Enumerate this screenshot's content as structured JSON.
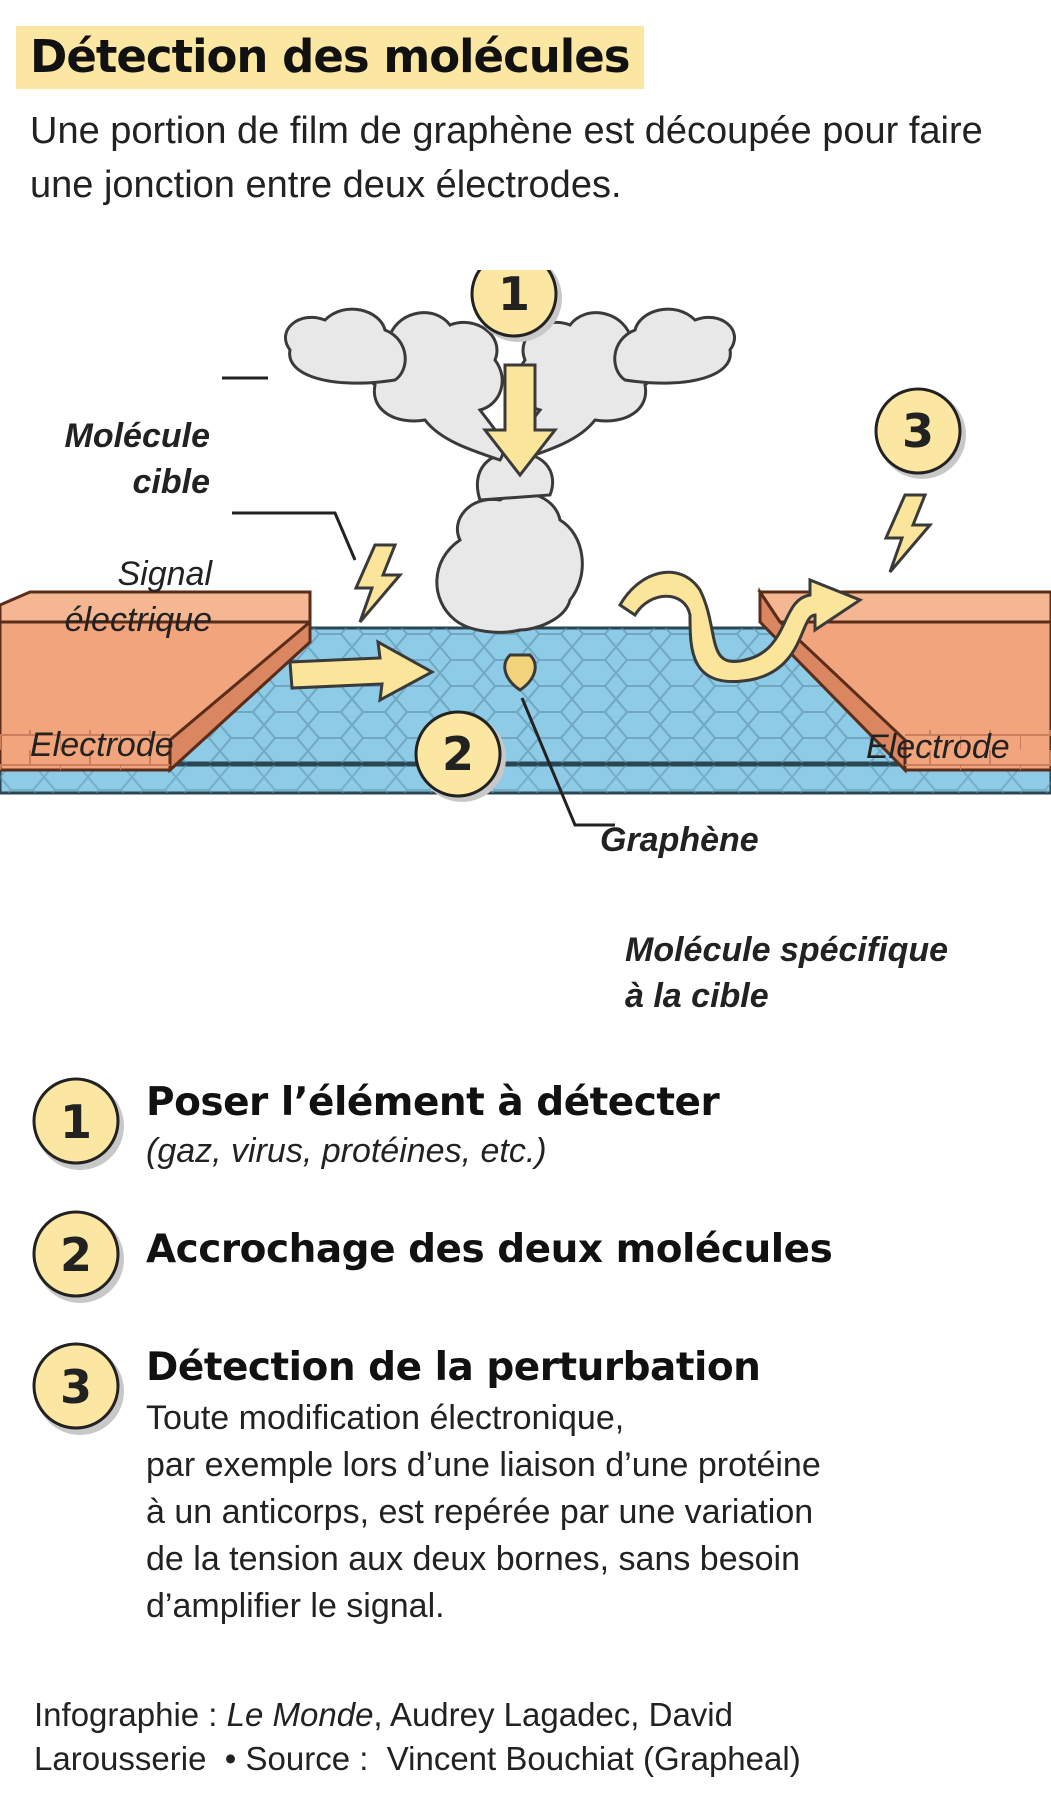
{
  "title": "Détection des molécules",
  "subtitle": "Une portion de film de graphène est découpée pour faire une jonction entre deux électrodes.",
  "diagram": {
    "labels": {
      "target_molecule_line1": "Molécule",
      "target_molecule_line2": "cible",
      "signal_line1": "Signal",
      "signal_line2": "électrique",
      "electrode_left": "Electrode",
      "electrode_right": "Electrode",
      "graphene": "Graphène",
      "specific_molecule_line1": "Molécule spécifique",
      "specific_molecule_line2": "à la cible"
    },
    "badges": [
      "1",
      "2",
      "3"
    ]
  },
  "steps": [
    {
      "number": "1",
      "title": "Poser l’élément à détecter",
      "note": "(gaz, virus, protéines, etc.)"
    },
    {
      "number": "2",
      "title": "Accrochage des deux molécules"
    },
    {
      "number": "3",
      "title": "Détection de la perturbation",
      "desc_lines": [
        "Toute modification électronique,",
        "par exemple lors d’une liaison d’une protéine",
        "à un anticorps, est repérée par une variation",
        "de la tension aux deux bornes, sans besoin",
        "d’amplifier le signal."
      ]
    }
  ],
  "credit": {
    "line1_prefix": "Infographie : ",
    "line1_publication": "Le Monde",
    "line1_suffix": ", Audrey Lagadec, David",
    "line2": "Larousserie  • Source :  Vincent Bouchiat (Grapheal)"
  },
  "colors": {
    "title_highlight": "#fbe7a1",
    "badge_fill": "#fbe7a1",
    "electrode": "#f2a57c",
    "graphene": "#8ecbe6",
    "arrow": "#fbe59a",
    "molecule": "#e6e6e6"
  }
}
